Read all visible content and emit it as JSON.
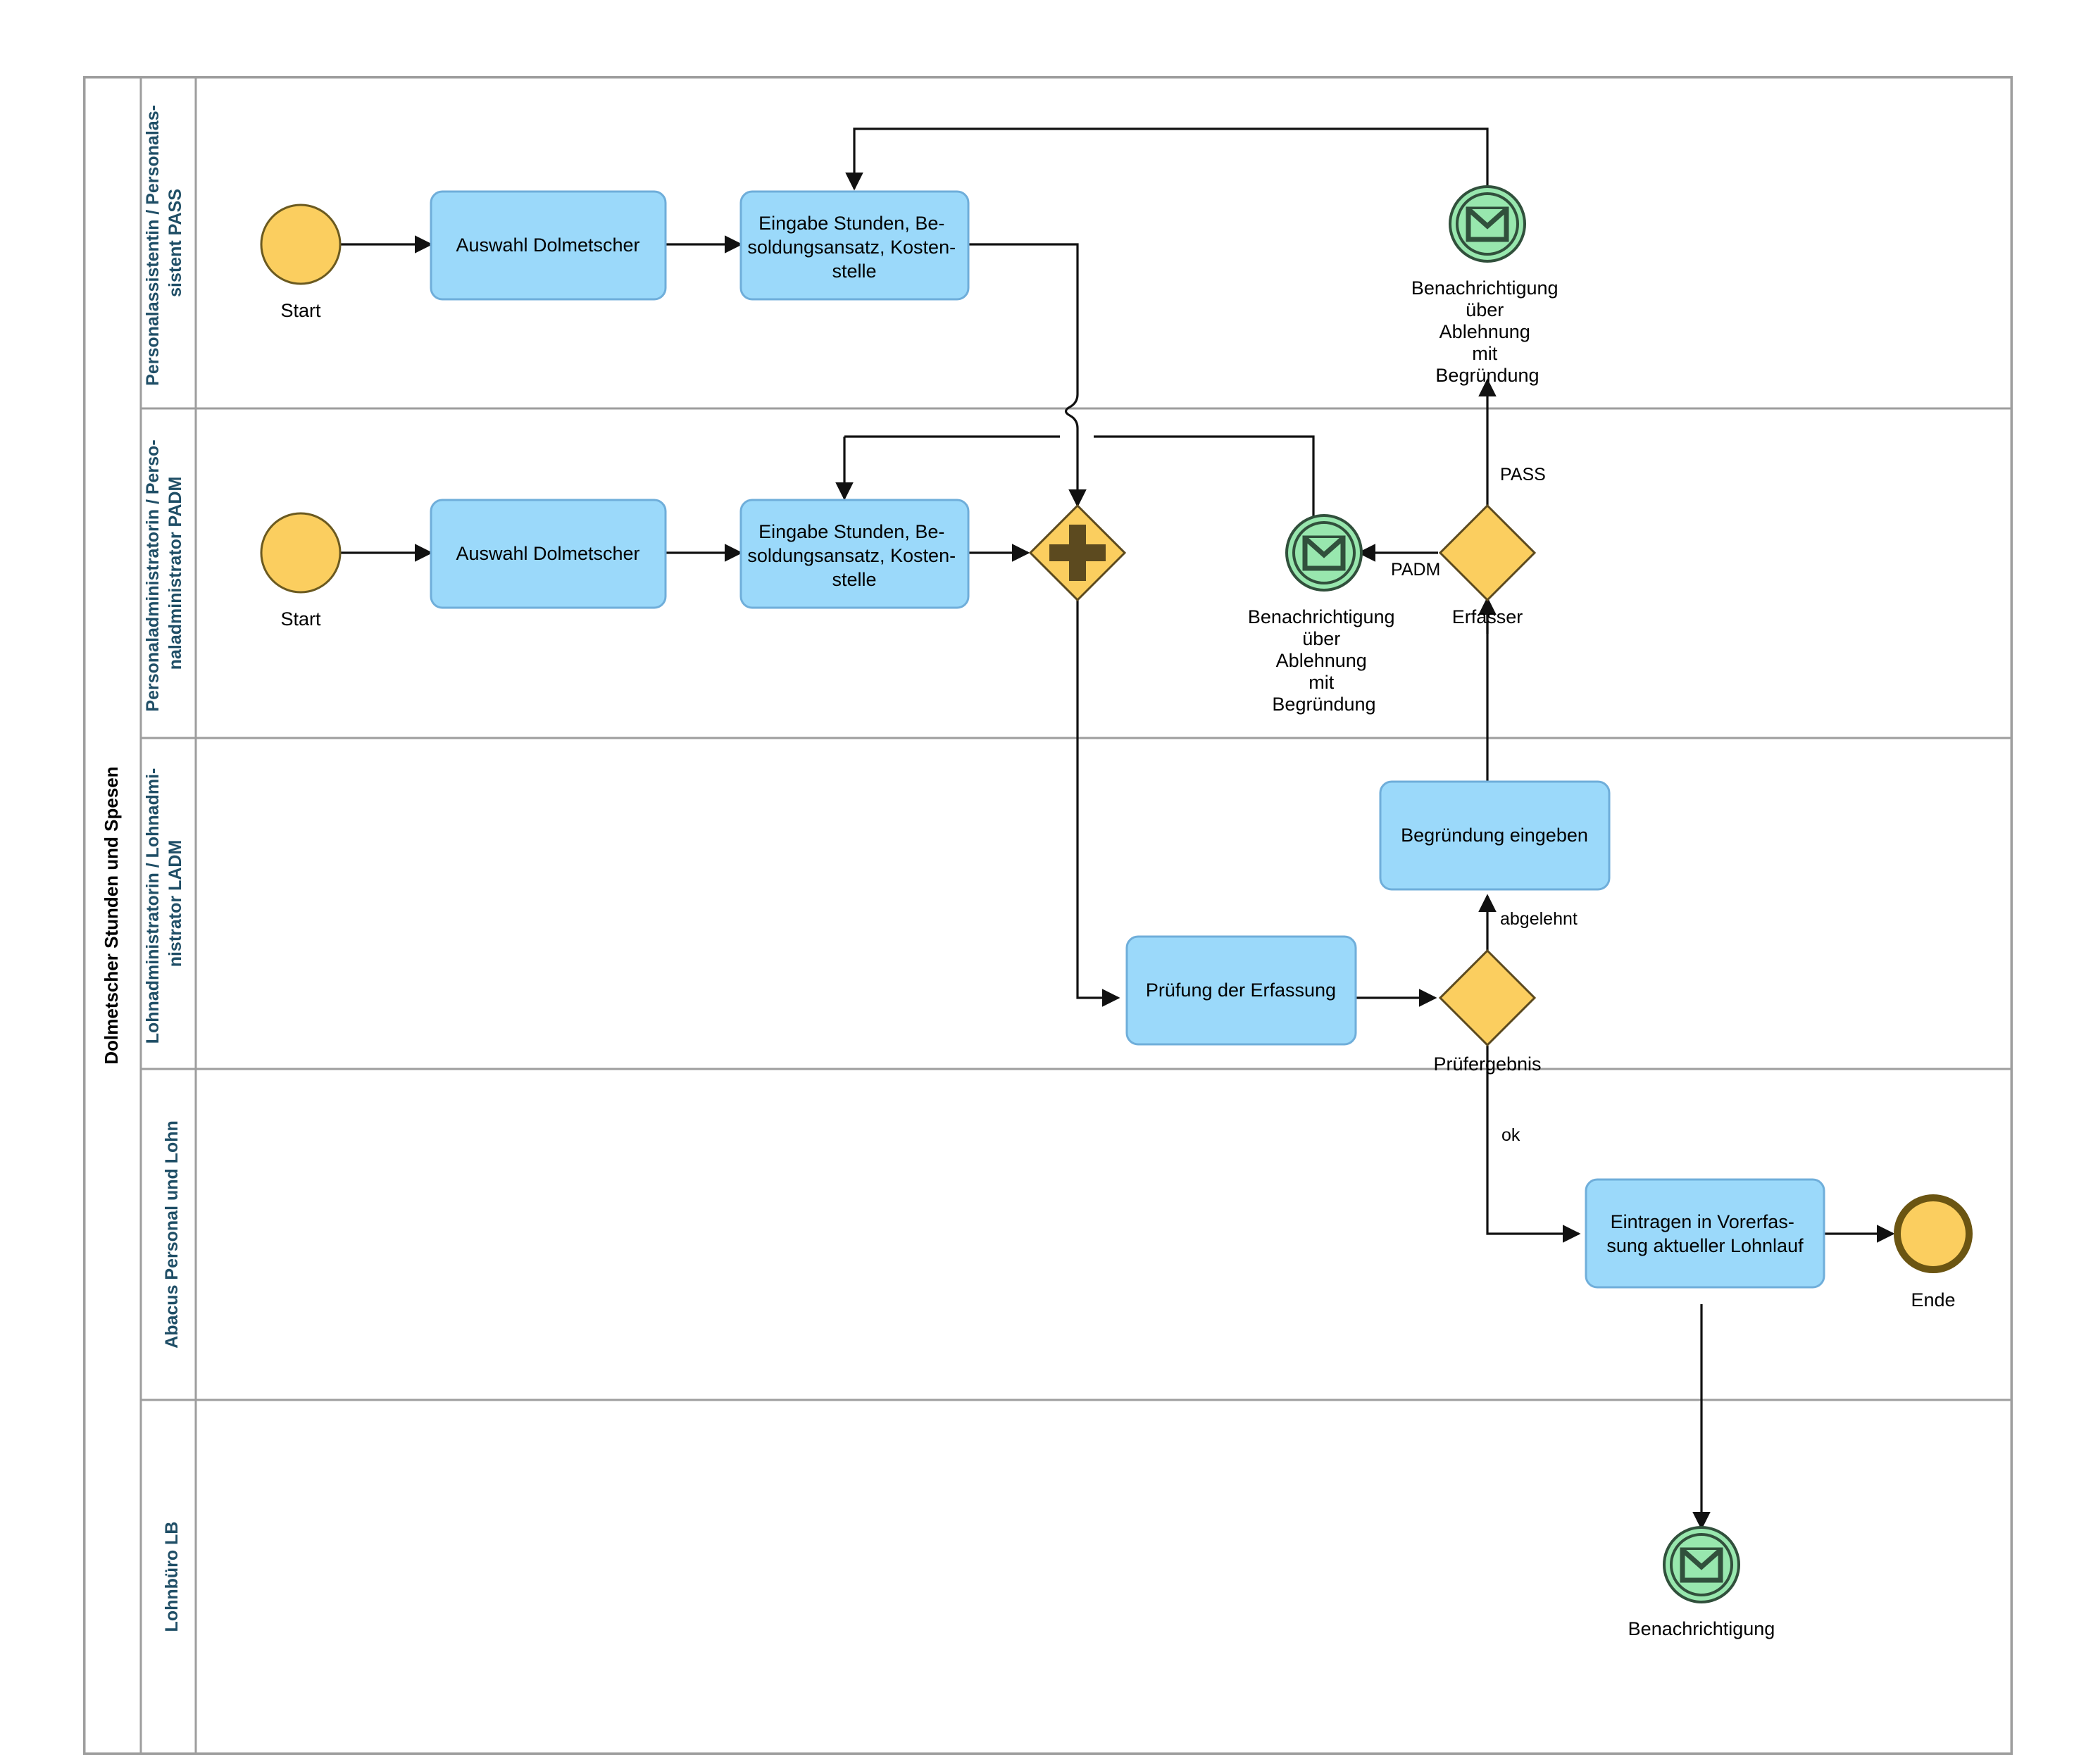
{
  "pool": {
    "title": "Dolmetscher Stunden und Spesen"
  },
  "lanes": [
    {
      "id": "pass",
      "label": "Personalassistentin / Personalassistent PASS"
    },
    {
      "id": "padm",
      "label": "Personaladministratorin / Personaladministrator PADM"
    },
    {
      "id": "ladm",
      "label": "Lohnadministratorin / Lohnadministrator LADM"
    },
    {
      "id": "abacus",
      "label": "Abacus Personal und Lohn"
    },
    {
      "id": "lb",
      "label": "Lohnbüro LB"
    }
  ],
  "events": {
    "start_pass": "Start",
    "start_padm": "Start",
    "ende": "Ende",
    "msg_pass": "Benachrichtigung über Ablehnung mit Begründung",
    "msg_padm": "Benachrichtigung über Ablehnung mit Begründung",
    "msg_lb": "Benachrichtigung"
  },
  "event_label_lines": {
    "msg_pass": [
      "Benachrichtigung",
      "über",
      "Ablehnung",
      "mit",
      "Begründung"
    ],
    "msg_padm": [
      "Benachrichtigung",
      "über",
      "Ablehnung",
      "mit",
      "Begründung"
    ],
    "msg_lb": [
      "Benachrichtigung"
    ]
  },
  "tasks": {
    "auswahl_pass": {
      "lines": [
        "Auswahl Dolmetscher"
      ]
    },
    "eingabe_pass": {
      "lines": [
        "Eingabe Stunden, Be-",
        "soldungsansatz, Kosten-",
        "stelle"
      ]
    },
    "auswahl_padm": {
      "lines": [
        "Auswahl Dolmetscher"
      ]
    },
    "eingabe_padm": {
      "lines": [
        "Eingabe Stunden, Be-",
        "soldungsansatz, Kosten-",
        "stelle"
      ]
    },
    "begruendung": {
      "lines": [
        "Begründung eingeben"
      ]
    },
    "pruefung": {
      "lines": [
        "Prüfung der Erfassung"
      ]
    },
    "eintragen": {
      "lines": [
        "Eintragen in Vorerfas-",
        "sung aktueller Lohnlauf"
      ]
    }
  },
  "gateways": {
    "parallel": {
      "label": "",
      "marker": "plus"
    },
    "erfasser": {
      "label": "Erfasser",
      "marker": "none"
    },
    "pruefergebnis": {
      "label": "Prüfergebnis",
      "marker": "none"
    }
  },
  "flow_labels": {
    "pass": "PASS",
    "padm": "PADM",
    "abgelehnt": "abgelehnt",
    "ok": "ok"
  },
  "colors": {
    "task_fill": "#9BD9FA",
    "task_stroke": "#6FAEDA",
    "gateway_fill": "#FBCE5F",
    "gateway_stroke": "#5C4A1F",
    "message_fill": "#98E7AE",
    "message_stroke": "#31503C",
    "lane_stroke": "#9e9e9e",
    "lane_label": "#1F4E66",
    "connector": "#111111"
  }
}
